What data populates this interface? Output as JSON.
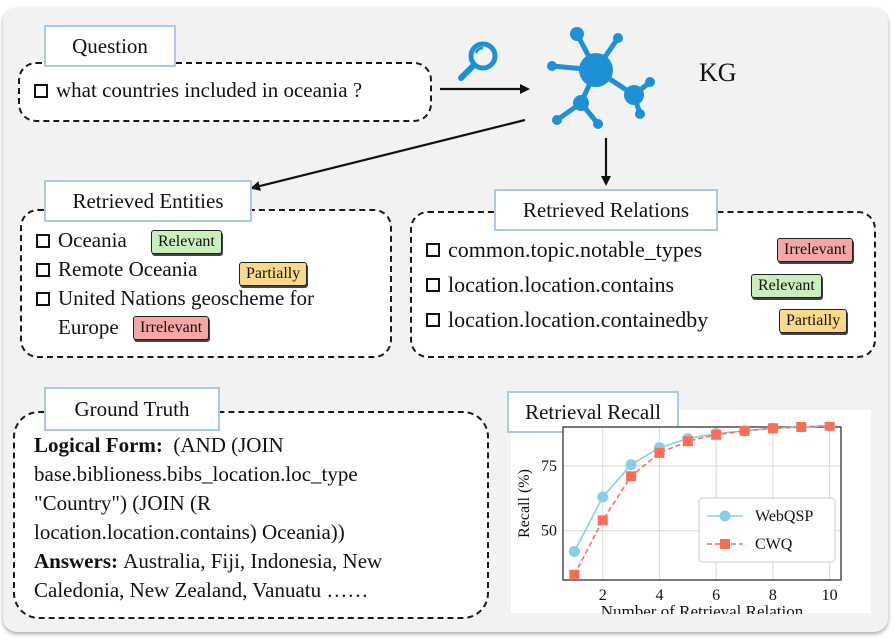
{
  "question": {
    "title": "Question",
    "text": "what countries included in oceania ?"
  },
  "kg": {
    "label": "KG",
    "icon": "knowledge-graph-icon"
  },
  "entities": {
    "title": "Retrieved Entities",
    "items": [
      {
        "text": "Oceania",
        "tag": "Relevant"
      },
      {
        "text": "Remote Oceania",
        "tag": "Partially"
      },
      {
        "text": "United Nations geoscheme for",
        "text2": "Europe",
        "tag": "Irrelevant"
      }
    ]
  },
  "relations": {
    "title": "Retrieved Relations",
    "items": [
      {
        "text": "common.topic.notable_types",
        "tag": "Irrelevant"
      },
      {
        "text": "location.location.contains",
        "tag": "Relevant"
      },
      {
        "text": "location.location.containedby",
        "tag": "Partially"
      }
    ]
  },
  "ground_truth": {
    "title": "Ground Truth",
    "logical_form_label": "Logical Form:",
    "logical_form_line1": "(AND (JOIN",
    "logical_form_line2": "base.biblioness.bibs_location.loc_type",
    "logical_form_line3": "\"Country\") (JOIN (R",
    "logical_form_line4": "location.location.contains) Oceania))",
    "answers_label": "Answers:",
    "answers_line1": "Australia, Fiji, Indonesia, New",
    "answers_line2": "Caledonia, New Zealand, Vanuatu ……"
  },
  "chart_title": "Retrieval Recall",
  "colors": {
    "webqsp": "#87ceeb",
    "cwq": "#fa6e55",
    "relevant": "#c9efbd",
    "irrelevant": "#f4a6a7",
    "partially": "#fbd98b",
    "title_border": "#a9c9ea"
  },
  "chart_data": {
    "type": "line",
    "xlabel": "Number of Retrieval Relation",
    "ylabel": "Recall (%)",
    "x": [
      1,
      2,
      3,
      4,
      5,
      6,
      7,
      8,
      9,
      10
    ],
    "xticks": [
      2,
      4,
      6,
      8,
      10
    ],
    "yticks": [
      50,
      75
    ],
    "xlim": [
      0.6,
      10.4
    ],
    "ylim": [
      31,
      90
    ],
    "grid": true,
    "legend_position": "bottom-right",
    "series": [
      {
        "name": "WebQSP",
        "marker": "circle",
        "line": "solid",
        "values": [
          42,
          63,
          75.5,
          82,
          85.5,
          87.5,
          88.5,
          89.5,
          90,
          90.5
        ]
      },
      {
        "name": "CWQ",
        "marker": "square",
        "line": "dashed",
        "values": [
          33,
          54,
          71,
          80,
          84.5,
          87,
          88.5,
          89.5,
          90,
          90.5
        ]
      }
    ]
  }
}
